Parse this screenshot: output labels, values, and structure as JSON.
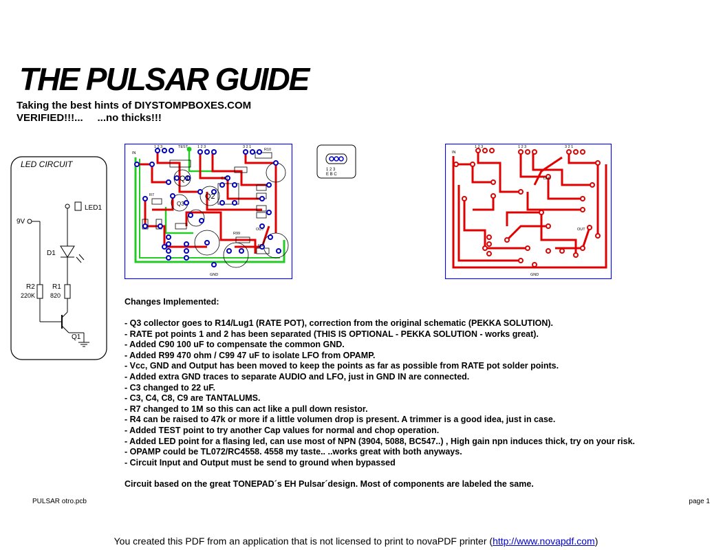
{
  "title": "THE PULSAR GUIDE",
  "subtitle_line1": "Taking the best hints of DIYSTOMPBOXES.COM",
  "subtitle_line2": "VERIFIED!!!...     ...no thicks!!!",
  "led_circuit": {
    "title": "LED CIRCUIT",
    "led_label": "LED1",
    "supply_label": "9V",
    "diode_label": "D1",
    "r2_label": "R2",
    "r2_value": "220K",
    "r1_label": "R1",
    "r1_value": "820",
    "transistor_label": "Q1"
  },
  "pcb_combined": {
    "in": "IN",
    "test": "TEST",
    "out": "OUT",
    "gnd": "GND",
    "q1": "Q1",
    "q2": "Q2",
    "q3": "Q3",
    "c10": "C10",
    "r7": "R7",
    "r10": "R10",
    "r99": "R99",
    "r8": "R8",
    "pins_a": "1  2  3",
    "pins_b": "1  2  3",
    "pins_c": "3  2  1"
  },
  "pinout": {
    "numbers": "1  2  3",
    "letters": "E  B  C"
  },
  "pcb_copper": {
    "in": "IN",
    "led": "LED",
    "out": "OUT",
    "gnd": "GND",
    "pins_a": "1  2  3",
    "pins_b": "1  2  3",
    "pins_c": "3  2  1"
  },
  "changes_title": "Changes Implemented:",
  "changes": [
    "- Q3 collector goes to R14/Lug1 (RATE POT), correction from the original schematic (PEKKA SOLUTION).",
    "- RATE pot points 1 and 2  has been separated (THIS IS OPTIONAL - PEKKA SOLUTION - works great).",
    "- Added C90 100 uF to compensate the common GND.",
    "- Added R99 470 ohm / C99 47 uF to isolate LFO from OPAMP.",
    "- Vcc, GND and Output has been moved to keep the points as far as possible from RATE pot solder points.",
    "- Added extra GND traces to separate AUDIO and LFO, just in GND IN are connected.",
    "- C3 changed to 22 uF.",
    "- C3, C4, C8, C9 are TANTALUMS.",
    "- R7 changed to 1M so this can act like a pull down resistor.",
    "- R4 can be raised to 47k or more if a little volumen drop is present. A trimmer is a good idea, just in case.",
    "- Added TEST point to try another Cap values for normal and chop operation.",
    "- Added LED point for a flasing led, can use most of NPN (3904, 5088, BC547..) , High gain npn induces thick, try on your risk.",
    "- OPAMP could be TL072/RC4558. 4558 my taste..  ..works great with both anyways.",
    "- Circuit Input and Output must be send to ground when bypassed"
  ],
  "based_on": "Circuit based on the great TONEPAD´s EH Pulsar´design. Most of components are labeled the same.",
  "footer_left": "PULSAR otro.pcb",
  "footer_right": "page 1",
  "novapdf_text": "You created this PDF from an application that is not licensed to print to novaPDF printer (",
  "novapdf_link": "http://www.novapdf.com",
  "novapdf_close": ")",
  "colors": {
    "trace_red": "#e00000",
    "ground_green": "#22cc22",
    "pad_blue": "#0000cc",
    "border_blue": "#0000ff"
  }
}
